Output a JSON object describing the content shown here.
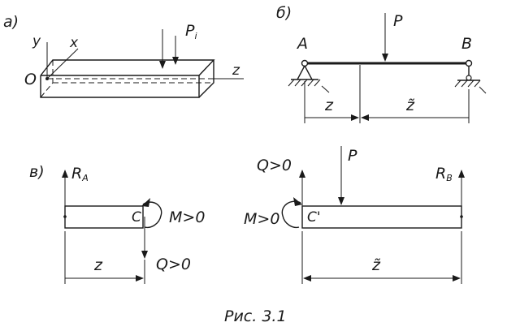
{
  "panel_a": {
    "label": "а)",
    "axis_y": "y",
    "axis_x": "x",
    "origin": "O",
    "axis_z": "z",
    "force_label": "P",
    "force_sub": "i"
  },
  "panel_b": {
    "label": "б)",
    "support_a": "A",
    "support_b": "B",
    "force": "P",
    "dim_z": "z",
    "dim_ztilde": "z̃"
  },
  "panel_v": {
    "label": "в)",
    "reaction_a": "R",
    "reaction_a_sub": "A",
    "section": "C",
    "moment": "M>0",
    "shear": "Q>0",
    "dim": "z"
  },
  "panel_right": {
    "shear": "Q>0",
    "force": "P",
    "reaction_b": "R",
    "reaction_b_sub": "B",
    "moment": "M>0",
    "section": "C'",
    "dim": "z̃"
  },
  "caption": "Рис. 3.1"
}
